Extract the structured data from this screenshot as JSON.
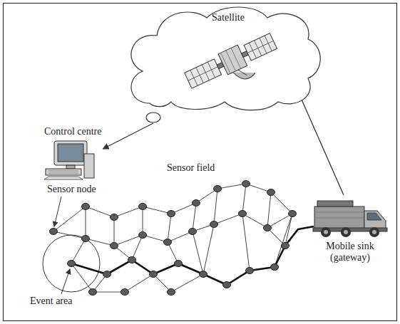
{
  "diagram": {
    "nodes": [
      {
        "text": [
          "Satellite"
        ]
      },
      {
        "text": [
          "Control centre"
        ]
      },
      {
        "text": [
          "Mobile sink (gateway)"
        ]
      }
    ],
    "edges": [
      {
        "from": 0,
        "to": 1,
        "arrow": "to"
      },
      {
        "from": 2,
        "to": 0,
        "arrow": "to"
      }
    ],
    "labels": [
      "Sensor node",
      "Sensor field",
      "Event area"
    ]
  }
}
